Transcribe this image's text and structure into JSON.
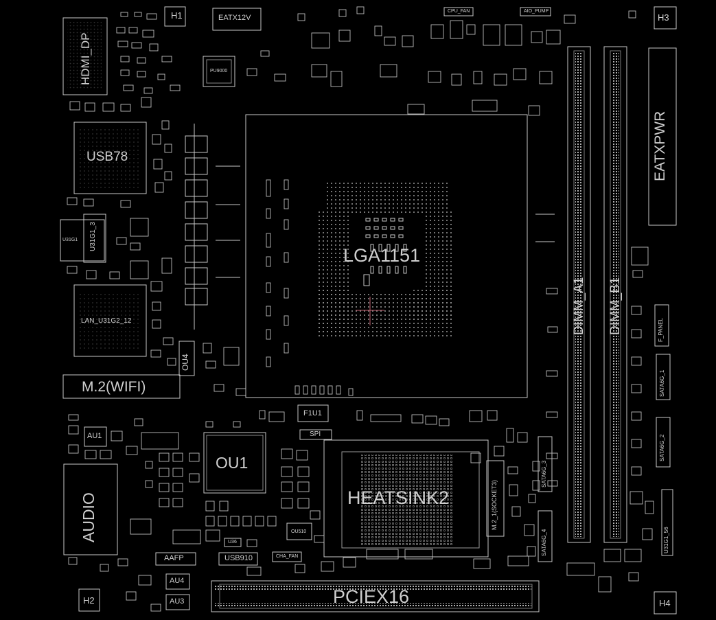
{
  "labels": {
    "h1": "H1",
    "h2": "H2",
    "h3": "H3",
    "h4": "H4",
    "eatx12v": "EATX12V",
    "cpu_fan": "CPU_FAN",
    "aio_pump": "AIO_PUMP",
    "hdmi_dp": "HDMI_DP",
    "pu9000": "PU9000",
    "usb78": "USB78",
    "u31g1_3": "U31G1_3",
    "u31g1": "U31G1",
    "lan_usb": "LAN_U31G2_12",
    "m2_wifi": "M.2(WIFI)",
    "ou4": "OU4",
    "lga": "LGA1151",
    "dimm_a1": "DIMM_A1",
    "dimm_b1": "DIMM_B1",
    "eatxpwr": "EATXPWR",
    "f_panel": "F_PANEL",
    "sata6g_1": "SATA6G_1",
    "sata6g_2": "SATA6G_2",
    "sata6g_3": "SATA6G_3",
    "sata6g_4": "SATA6G_4",
    "u31g1_56": "U31G1_56",
    "m2_socket3": "M.2_1(SOCKET3)",
    "heatsink2": "HEATSINK2",
    "f1u1": "F1U1",
    "spi": "SPI",
    "ou1": "OU1",
    "au1": "AU1",
    "audio": "AUDIO",
    "aafp": "AAFP",
    "usb910": "USB910",
    "cha_fan": "CHA_FAN",
    "au3": "AU3",
    "au4": "AU4",
    "pciex16": "PCIEX16",
    "u36": "U36",
    "ou510": "OU510"
  },
  "colors": {
    "background": "#000000",
    "outline": "#c9c9c9",
    "label": "#d0d0d0",
    "crosshair": "#c06070"
  }
}
